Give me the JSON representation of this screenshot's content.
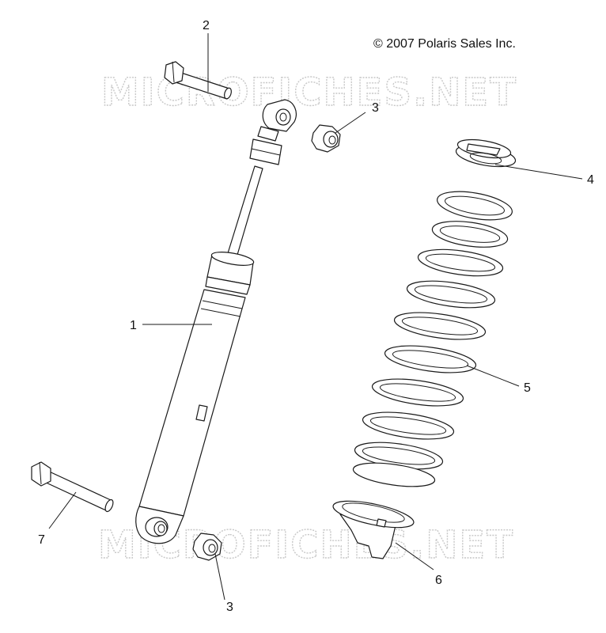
{
  "copyright": "© 2007 Polaris Sales Inc.",
  "watermark": "MICROFICHES.NET",
  "callouts": {
    "c1": "1",
    "c2": "2",
    "c3_top": "3",
    "c3_bottom": "3",
    "c4": "4",
    "c5": "5",
    "c6": "6",
    "c7": "7"
  }
}
